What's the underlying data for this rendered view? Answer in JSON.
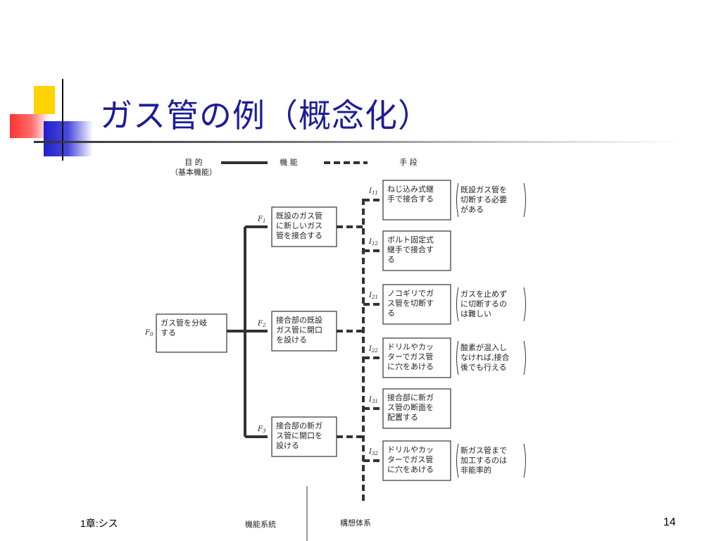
{
  "slide": {
    "title": "ガス管の例（概念化）",
    "footer_left": "1章:シス",
    "page_number": "14"
  },
  "diagram": {
    "legend": {
      "purpose": "目 的",
      "purpose_sub": "（基本機能）",
      "function": "機 能",
      "means": "手 段"
    },
    "root": {
      "label": "F0",
      "lines": [
        "ガス管を分岐",
        "する"
      ]
    },
    "functions": [
      {
        "label": "F1",
        "lines": [
          "既設のガス管",
          "に新しいガス",
          "管を接合する"
        ]
      },
      {
        "label": "F2",
        "lines": [
          "接合部の既設",
          "ガス管に開口",
          "を設ける"
        ]
      },
      {
        "label": "F3",
        "lines": [
          "接合部の新ガ",
          "ス管に開口を",
          "設ける"
        ]
      }
    ],
    "means": [
      {
        "label": "I11",
        "lines": [
          "ねじ込み式継",
          "手で接合する"
        ],
        "note": [
          "既設ガス管を",
          "切断する必要",
          "がある"
        ]
      },
      {
        "label": "I12",
        "lines": [
          "ボルト固定式",
          "継手で接合す",
          "る"
        ],
        "note": []
      },
      {
        "label": "I21",
        "lines": [
          "ノコギリでガ",
          "ス管を切断す",
          "る"
        ],
        "note": [
          "ガスを止めず",
          "に切断するの",
          "は難しい"
        ]
      },
      {
        "label": "I22",
        "lines": [
          "ドリルやカッ",
          "ターでガス管",
          "に穴をあける"
        ],
        "note": [
          "酸素が混入し",
          "なければ,接合",
          "後でも行える"
        ]
      },
      {
        "label": "I31",
        "lines": [
          "接合部に新ガ",
          "ス管の断面を",
          "配置する"
        ],
        "note": []
      },
      {
        "label": "I32",
        "lines": [
          "ドリルやカッ",
          "ターでガス管",
          "に穴をあける"
        ],
        "note": [
          "新ガス管まで",
          "加工するのは",
          "非能率的"
        ]
      }
    ],
    "bottom": {
      "left": "機能系統",
      "right": "構想体系"
    }
  }
}
